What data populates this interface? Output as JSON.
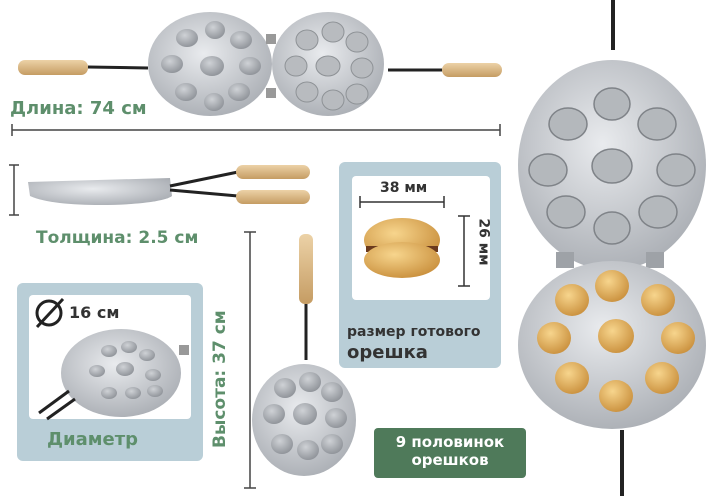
{
  "dimensions": {
    "length": "Длина: 74 см",
    "thickness": "Толщина: 2.5 см",
    "height": "Высота: 37 см",
    "diameter_value": "16 см",
    "diameter_label": "Диаметр"
  },
  "cookie_size": {
    "width": "38 мм",
    "height": "26 мм",
    "caption_line1": "размер готового",
    "caption_line2": "орешка"
  },
  "badge": {
    "line1": "9 половинок",
    "line2": "орешков"
  },
  "colors": {
    "green_text": "#5e8f6c",
    "panel_blue": "#b9ced7",
    "badge_green": "#4f7a5a",
    "metal": "#c9ccd0",
    "wood": "#d9b98a",
    "cookie": "#e6b866"
  }
}
